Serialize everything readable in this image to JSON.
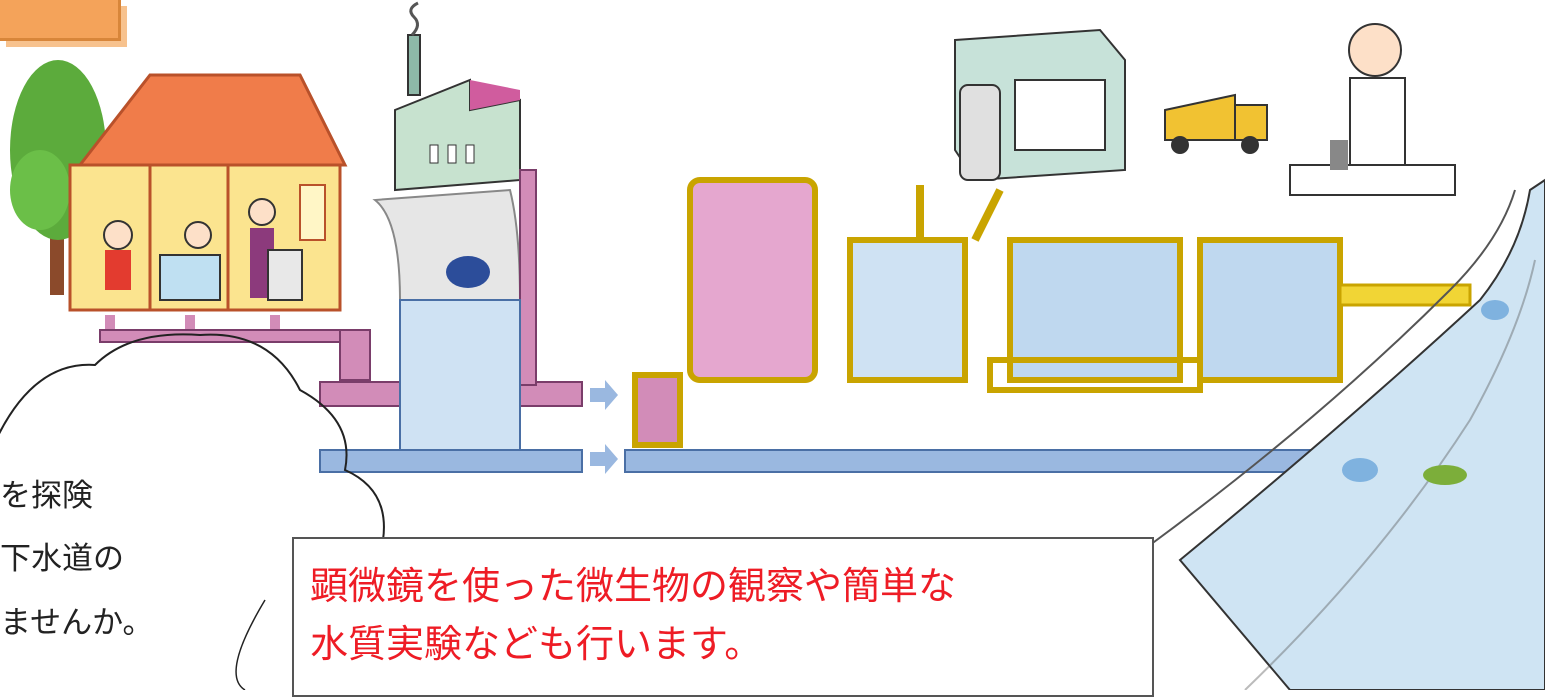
{
  "speech_bubble": {
    "line1": "を探険",
    "line2": "下水道の",
    "line3": "ませんか。"
  },
  "caption": {
    "line1": "顕微鏡を使った微生物の観察や簡単な",
    "line2": "水質実験なども行います。",
    "color": "#ee1c25"
  },
  "colors": {
    "sewage_pipe": "#d28cb8",
    "storm_pipe": "#9ab8e0",
    "treatment_plant": "#f1d535",
    "river": "#cfe4f3",
    "house_roof": "#f07c4a",
    "house_wall": "#fbe48f"
  }
}
